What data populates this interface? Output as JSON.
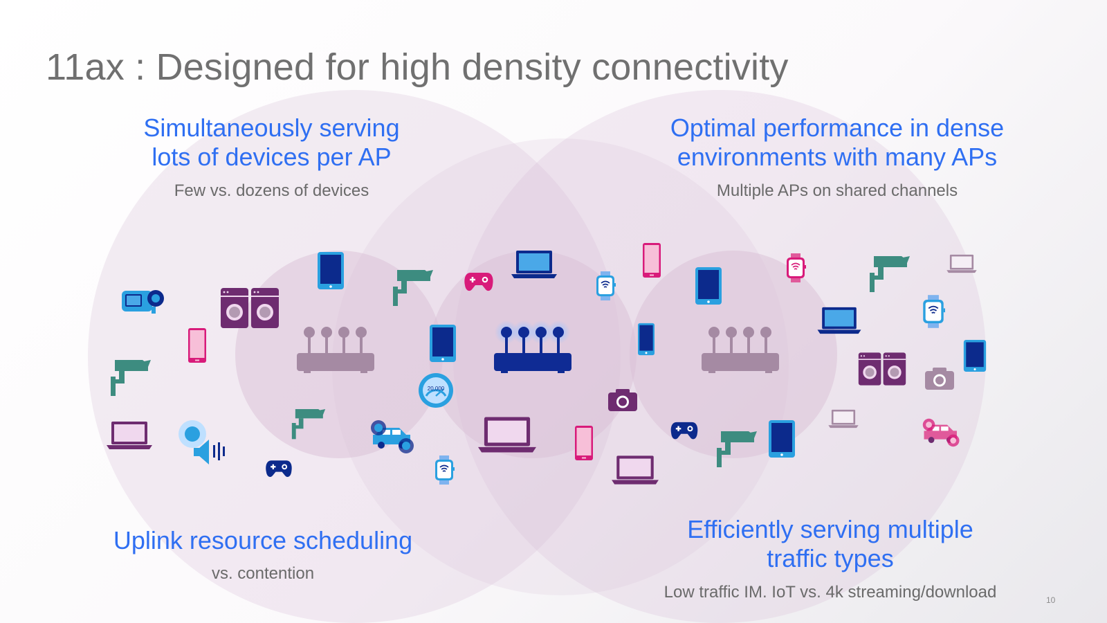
{
  "slide": {
    "title": "11ax : Designed for high density connectivity",
    "page_number": "10"
  },
  "sections": {
    "top_left": {
      "heading_lines": [
        "Simultaneously serving",
        "lots of devices per AP"
      ],
      "caption": "Few vs. dozens of devices"
    },
    "top_right": {
      "heading_lines": [
        "Optimal performance in dense",
        "environments with many APs"
      ],
      "caption": "Multiple APs on shared channels"
    },
    "bottom_left": {
      "heading_lines": [
        "Uplink resource scheduling"
      ],
      "caption": "vs. contention"
    },
    "bottom_right": {
      "heading_lines": [
        "Efficiently serving  multiple",
        "traffic types"
      ],
      "caption": "Low traffic IM. IoT vs. 4k streaming/download"
    }
  },
  "speedometer_readout": "20,000",
  "colors": {
    "title": "#707070",
    "heading": "#2f6ff2",
    "caption": "#6a6a6a",
    "circle_fill": "#d9bfd6",
    "router_active": "#0f2b94",
    "router_glow": "#7fb3ff",
    "router_muted": "#a58aa3",
    "magenta": "#d81b7a",
    "teal": "#3d8c80",
    "purple": "#6e2c70",
    "sky": "#2aa0e0",
    "navy": "#0c2a8c"
  },
  "icons": [
    "camcorder-icon",
    "washer-dryer-icon",
    "tablet-icon",
    "security-camera-icon",
    "game-controller-icon",
    "laptop-icon",
    "smartwatch-icon",
    "smartphone-icon",
    "router-icon",
    "speedometer-icon",
    "connected-car-icon",
    "smart-speaker-icon",
    "photo-camera-icon"
  ]
}
